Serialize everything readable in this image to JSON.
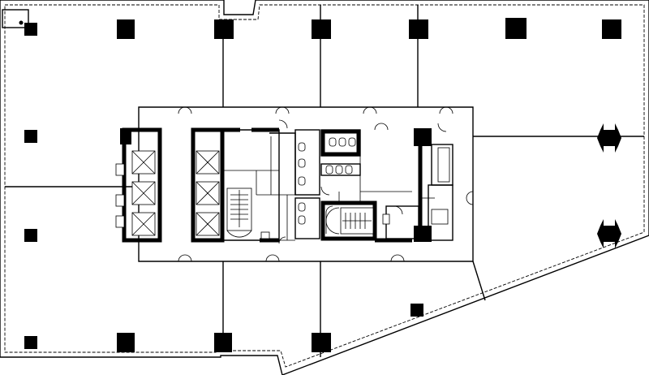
{
  "plan": {
    "kind": "office floor plan",
    "colors": {
      "line": "#000000",
      "background": "#ffffff",
      "column_fill": "#000000"
    },
    "elements": {
      "columns": "structural-column-icon",
      "elevators": "elevator-icon",
      "stairs": "stair-icon",
      "toilets": "toilet-icon",
      "doors": "door-swing-icon"
    },
    "counts": {
      "perimeter_columns": 16,
      "passenger_elevators": 6,
      "stairwells": 2
    }
  }
}
